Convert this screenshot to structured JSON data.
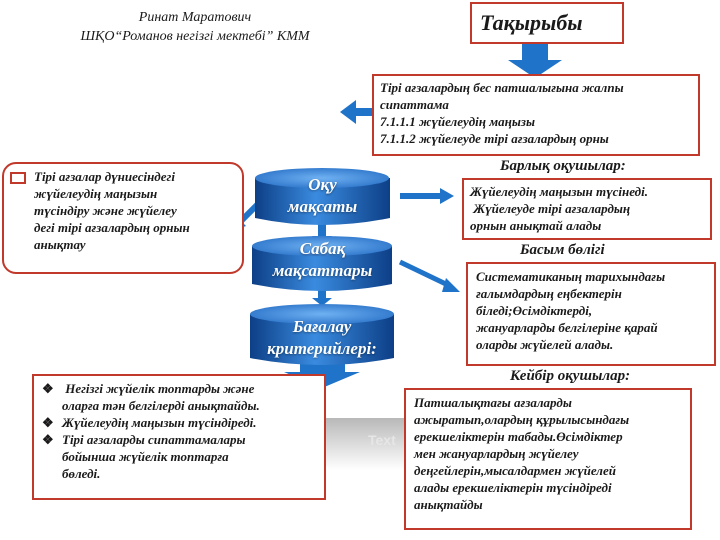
{
  "author": {
    "name": "Ринат Маратович",
    "school": "ШҚО“Романов негізгі мектебі” КММ"
  },
  "topic": {
    "title": "Тақырыбы"
  },
  "topic_box": {
    "lines": [
      "Тірі ағзалардың бес патшалығына жалпы",
      "сипаттама",
      "7.1.1.1 жүйелеудің маңызы",
      "7.1.1.2  жүйелеуде тірі ағзалардың орны"
    ]
  },
  "left_box": {
    "lines": [
      "Тірі ағзалар дүниесіндегі",
      "жүйелеудің маңызын",
      "түсіндіру және жүйелеу",
      "дегі тірі ағзалардың орнын",
      "анықтау"
    ]
  },
  "cylinders": [
    {
      "lines": [
        "Оқу",
        "мақсаты"
      ]
    },
    {
      "lines": [
        "Сабақ",
        "мақсаттары"
      ]
    },
    {
      "lines": [
        "Бағалау",
        "критерийлері:"
      ]
    }
  ],
  "all_students": {
    "heading": "Барлық оқушылар:",
    "lines": [
      "Жүйелеудің маңызын түсінеді.",
      " Жүйелеуде тірі ағзалардың",
      "орнын анықтай алады"
    ]
  },
  "most_students": {
    "heading": "Басым бөлігі",
    "lines": [
      "Систематиканың тарихындағы",
      "ғалымдардың еңбектерін",
      "біледі;Өсімдіктерді,",
      "жануарларды белгілеріне қарай",
      "оларды жүйелей алады."
    ]
  },
  "some_students": {
    "heading": "Кейбір оқушылар:",
    "lines": [
      "Патшалықтағы ағзаларды",
      "ажыратып,олардың құрылысындағы",
      "ерекшеліктерін табады.Өсімдіктер",
      "мен жануарлардың жүйелеу",
      "деңгейлерін,мысалдармен жүйелей",
      "алады ерекшеліктерін түсіндіреді",
      "анықтайды"
    ]
  },
  "criteria_box": {
    "items": [
      {
        "lines": [
          " Негізгі жүйелік топтарды және",
          "оларға тән белгілерді анықтайды."
        ]
      },
      {
        "lines": [
          "Жүйелеудің маңызын түсіндіреді."
        ]
      },
      {
        "lines": [
          "Тірі ағзаларды сипаттамалары",
          "бойынша жүйелік топтарға",
          "бөледі."
        ]
      }
    ]
  },
  "placeholder": {
    "text": "Text"
  },
  "colors": {
    "border": "#c0392b",
    "arrow": "#1f73c9",
    "cylinder": "#1f63b5"
  },
  "icons": {
    "bullet": "diamond-bullet-icon",
    "checkbox": "checkbox-icon"
  }
}
